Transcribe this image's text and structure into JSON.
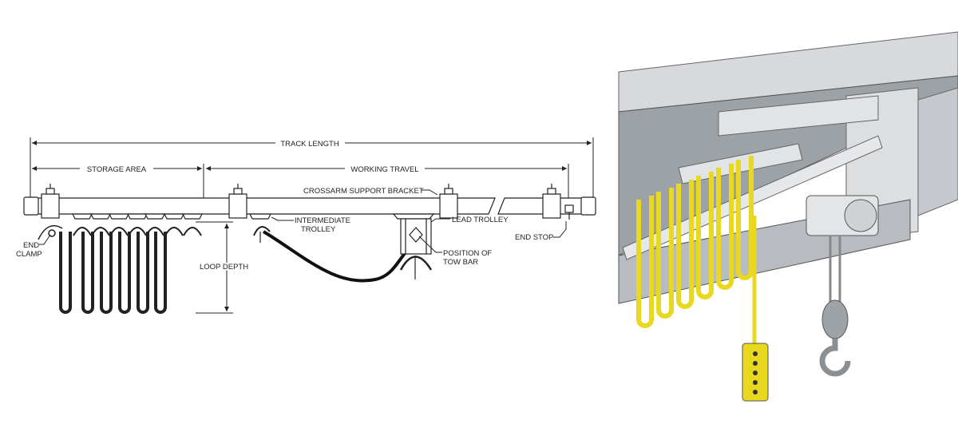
{
  "labels": {
    "track_length": "TRACK LENGTH",
    "storage_area": "STORAGE AREA",
    "working_travel": "WORKING TRAVEL",
    "crossarm": "CROSSARM SUPPORT BRACKET",
    "lead_trolley": "LEAD TROLLEY",
    "intermediate_1": "INTERMEDIATE",
    "intermediate_2": "TROLLEY",
    "end_stop": "END STOP",
    "end_clamp_1": "END",
    "end_clamp_2": "CLAMP",
    "loop_depth": "LOOP DEPTH",
    "tow_bar_1": "POSITION OF",
    "tow_bar_2": "TOW BAR"
  },
  "colors": {
    "cable": "#e8d820",
    "steel": "#c9ccd0",
    "steel_dark": "#8e9398",
    "line": "#222222"
  }
}
